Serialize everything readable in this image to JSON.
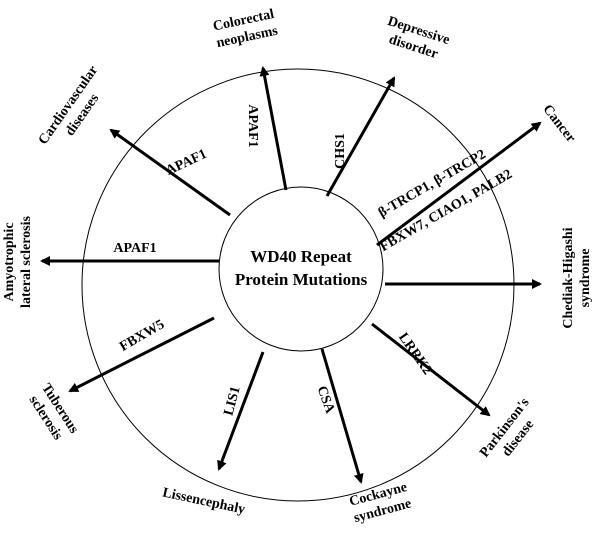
{
  "center": {
    "line1": "WD40 Repeat",
    "line2": "Protein Mutations"
  },
  "spokes": [
    {
      "gene": "APAF1",
      "disease": [
        "Colorectal",
        "neoplasms"
      ]
    },
    {
      "gene": "CHS1",
      "disease": [
        "Depressive",
        "disorder"
      ]
    },
    {
      "gene": [
        "β-TRCP1, β-TRCP2",
        "FBXW7, CIAO1, PALB2"
      ],
      "disease": [
        "Cancer"
      ]
    },
    {
      "gene": "",
      "disease": [
        "Chediak-Higashi",
        "syndrome"
      ]
    },
    {
      "gene": "LRRK2",
      "disease": [
        "Parkinson's",
        "disease"
      ]
    },
    {
      "gene": "CSA",
      "disease": [
        "Cockayne",
        "syndrome"
      ]
    },
    {
      "gene": "LIS1",
      "disease": [
        "Lissencephaly"
      ]
    },
    {
      "gene": "FBXW5",
      "disease": [
        "Tuberous",
        "sclerosis"
      ]
    },
    {
      "gene": "APAF1",
      "disease": [
        "Amyotrophic",
        "lateral sclerosis"
      ]
    },
    {
      "gene": "APAF1",
      "disease": [
        "Cardiovascular",
        "diseases"
      ]
    }
  ]
}
